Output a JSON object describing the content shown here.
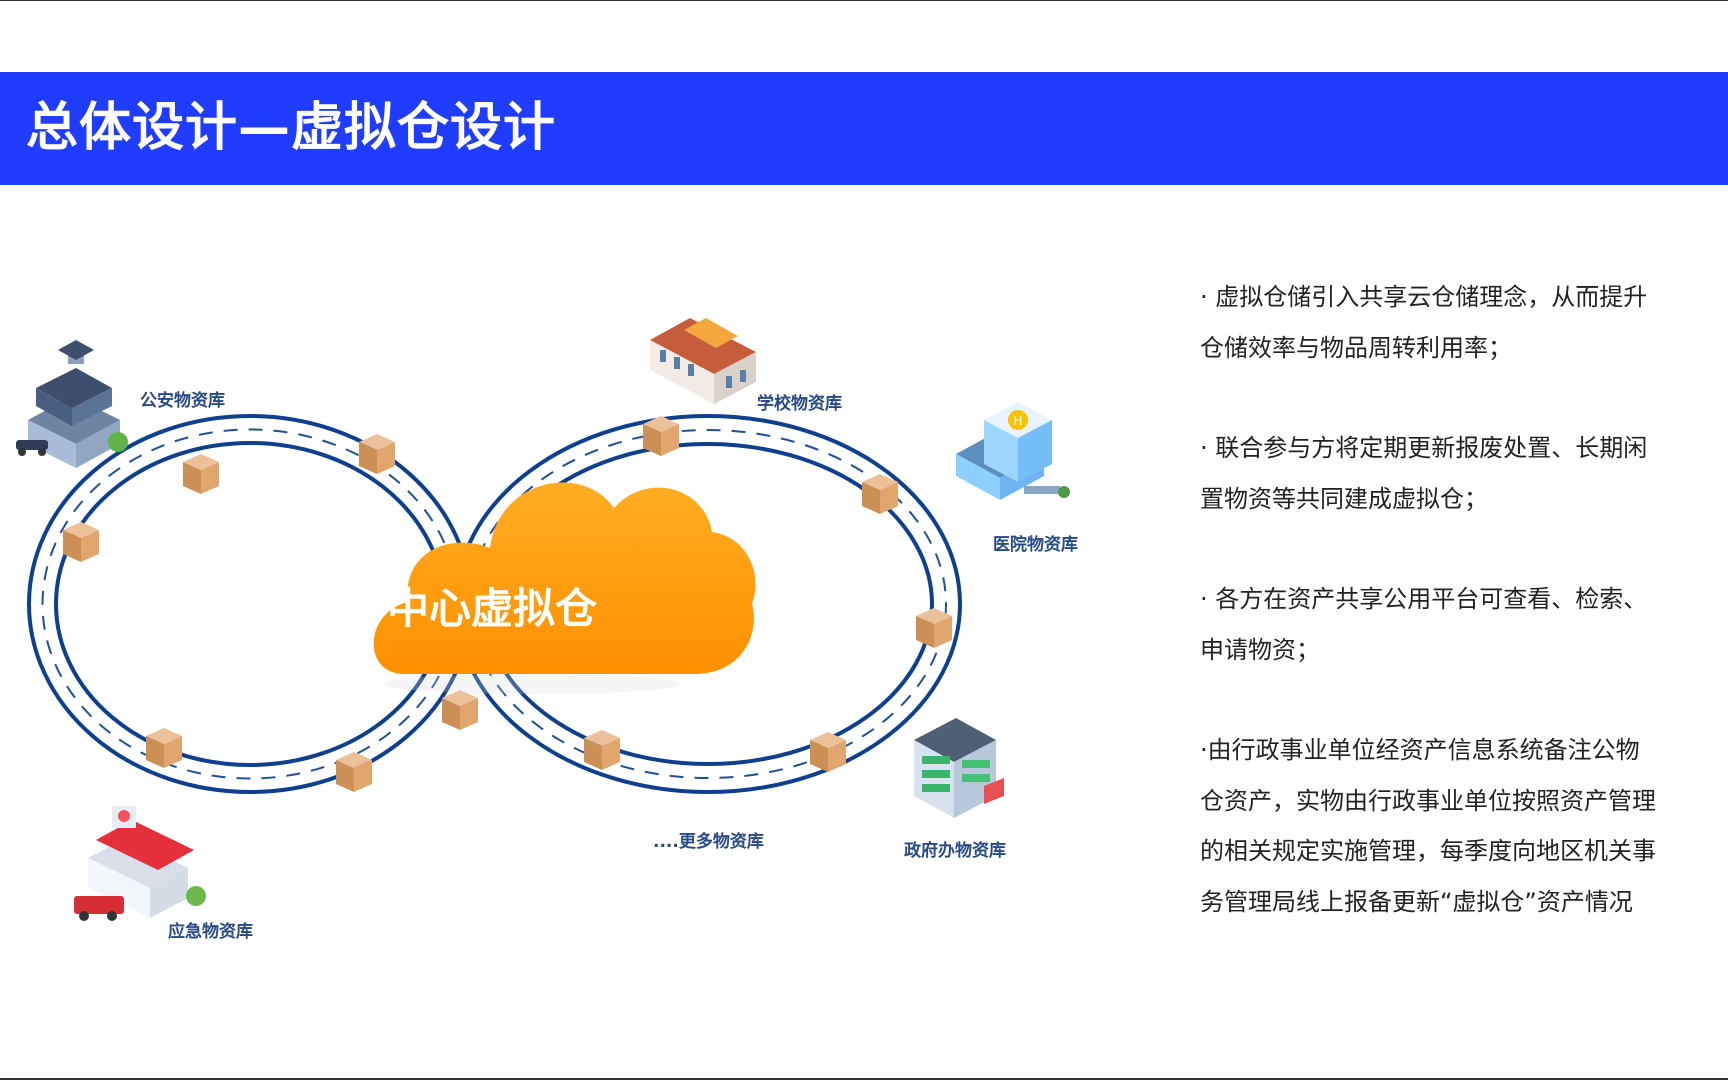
{
  "title": "总体设计—虚拟仓设计",
  "diagram": {
    "center": "中心虚拟仓",
    "nodes": {
      "police": "公安物资库",
      "school": "学校物资库",
      "hospital": "医院物资库",
      "government": "政府办物资库",
      "more": "....更多物资库",
      "emergency": "应急物资库"
    },
    "icons": {
      "police": "police-station-icon",
      "school": "school-building-icon",
      "hospital": "hospital-building-icon",
      "government": "government-building-icon",
      "emergency": "fire-station-icon",
      "box": "cardboard-box-icon",
      "cloud": "cloud-icon"
    },
    "colors": {
      "ring": "#0f3f8f",
      "cloud": "#ff9a00",
      "box": "#d9a370"
    }
  },
  "bullets": [
    "· 虚拟仓储引入共享云仓储理念，从而提升\n仓储效率与物品周转利用率；",
    "· 联合参与方将定期更新报废处置、长期闲\n置物资等共同建成虚拟仓；",
    "· 各方在资产共享公用平台可查看、检索、\n申请物资；",
    "·由行政事业单位经资产信息系统备注公物\n仓资产，实物由行政事业单位按照资产管理\n的相关规定实施管理，每季度向地区机关事\n务管理局线上报备更新“虚拟仓”资产情况"
  ]
}
